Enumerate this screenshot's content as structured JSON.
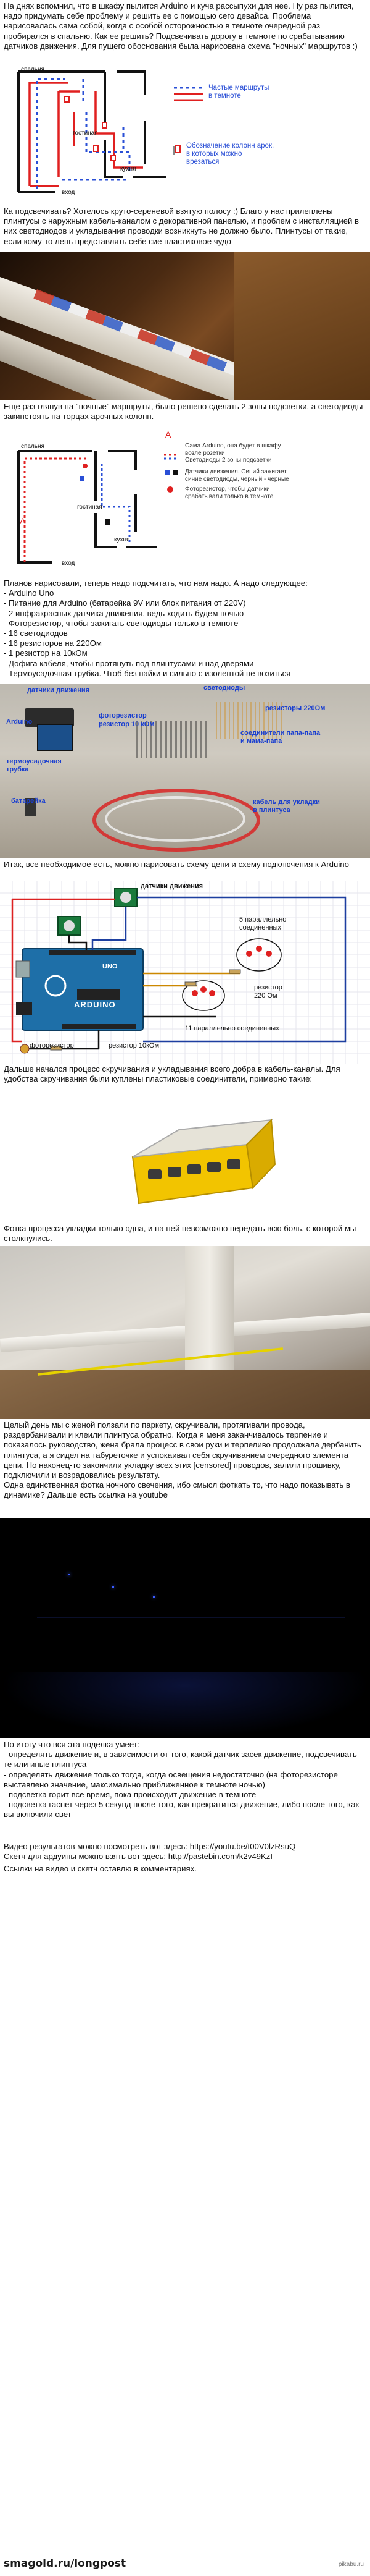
{
  "intro_text": "На днях вспомнил, что в шкафу пылится Arduino и куча рассыпухи для нее. Ну раз пылится, надо придумать себе проблему и решить ее с помощью сего девайса. Проблема нарисовалась сама собой, когда с особой осторожностью в темноте очередной раз пробирался в спальню. Как ее решить? Подсвечивать дорогу в темноте по срабатыванию датчиков движения. Для пущего обоснования была нарисована схема \"ночных\" маршрутов :)",
  "scheme1": {
    "room_labels": [
      "спальня",
      "гостиная",
      "кухня",
      "вход"
    ],
    "legend_paths": "Частые маршруты\nв темноте",
    "legend_columns": "Обозначение колонн арок,\nв которых можно\nврезаться"
  },
  "text_after_scheme1": "Ка подсвечивать? Хотелось круто-сереневой взятую полосу :) Благо у нас прилеплены плинтусы с наружным кабель-каналом с декоративной панелью, и проблем с инсталляцией в них светодиодов и укладывания проводки возникнуть не должно было. Плинтусы от такие, если кому-то лень представлять себе сие пластиковое чудо",
  "text_after_photo1": "Еще раз глянув на \"ночные\" маршруты, было решено сделать 2 зоны подсветки, а светодиоды закинстоять на торцах арочных колонн.",
  "scheme2": {
    "room_labels": [
      "спальня",
      "гостиная",
      "кухня",
      "вход"
    ],
    "marker_a": "A",
    "legend": [
      "Сама Arduino, она будет в шкафу\nвозле розетки",
      "Светодиоды 2 зоны подсветки",
      "Датчики движения. Синий зажигает\nсиние светодиоды, черный - черные",
      "Фоторезистор, чтобы датчики\nсрабатывали только в темноте"
    ]
  },
  "parts_text": "Планов нарисовали, теперь надо подсчитать, что нам надо. А надо следующее:\n- Arduino Uno\n- Питание для Arduino (батарейка 9V или блок питания от 220V)\n- 2 инфракрасных датчика движения, ведь ходить будем ночью\n- Фоторезистор, чтобы зажигать светодиоды только в темноте\n- 16 светодиодов\n- 16 резисторов на 220Ом\n- 1 резистор на 10кОм\n- Дофига кабеля, чтобы протянуть под плинтусами и над дверями\n- Термоусадочная трубка. Чтоб без пайки и сильно с изолентой не возиться",
  "photo_parts_labels": {
    "motion": "датчики движения",
    "leds": "светодиоды",
    "resistors": "резисторы 220Ом",
    "arduino": "Arduino",
    "photoresistor": "фоторезистор",
    "resistor10k": "резистор 10 кОм",
    "connectors": "соединители папа-папа\nи мама-папа",
    "heatshrink": "термоусадочная\nтрубка",
    "battery": "батарейка",
    "cable": "кабель для укладки\nв плинтуса"
  },
  "text_scheme_intro": "Итак, все необходимое есть, можно нарисовать схему цепи и схему подключения к Arduino",
  "circuit_labels": {
    "motion": "датчики движения",
    "parallel5": "5 параллельно\nсоединенных",
    "resistor220": "резистор\n220 Ом",
    "parallel11": "11 параллельно соединенных",
    "photoresistor": "фоторезистор",
    "resistor10k": "резистор 10кОм",
    "uno": "UNO",
    "arduino": "ARDUINO"
  },
  "text_connectors": "Дальше начался процесс скручивания и укладывания всего добра в кабель-каналы. Для удобства скручивания были куплены пластиковые соединители, примерно такие:",
  "text_photos": "Фотка процесса укладки только одна, и на ней невозможно передать всю боль, с которой мы столкнулись.",
  "text_day": "Целый день мы с женой ползали по паркету, скручивали, протягивали провода, раздербанивали и клеили плинтуса обратно. Когда я меня заканчивалось терпение и показалось руководство, жена брала процесс в свои руки и терпеливо продолжала дербанить плинтуса, а я сидел на табуреточке и успокаивал себя скручиванием очередного элемента цепи. Но наконец-то закончили укладку всех этих [censored] проводов, залили прошивку, подключили и возрадовались результату.\nОдна единственная фотка ночного свечения, ибо смысл фоткать то, что надо показывать в динамике? Дальше есть ссылка на youtube",
  "final_text": "По итогу что вся эта поделка умеет:\n- определять движение и, в зависимости от того, какой датчик засек движение, подсвечивать те или иные плинтуса\n- определять движение только тогда, когда освещения недостаточно (на фоторезисторе выставлено значение, максимально приближенное к темноте ночью)\n- подсветка горит все время, пока происходит движение в темноте\n- подсветка гаснет через 5 секунд после того, как прекратится движение, либо после того, как вы включили свет",
  "video_text": "Видео результатов можно посмотреть вот здесь: https://youtu.be/t00V0lzRsuQ\nСкетч для ардуины можно взять вот здесь: http://pastebin.com/k2v49KzI",
  "caption_text": "Ссылки на видео и скетч оставлю в комментариях.",
  "footer": {
    "site": "smagold.ru/longpost",
    "right": "pikabu.ru"
  },
  "colors": {
    "path_red": "#e02020",
    "path_blue": "#2a4fd6",
    "wall": "#111111"
  }
}
